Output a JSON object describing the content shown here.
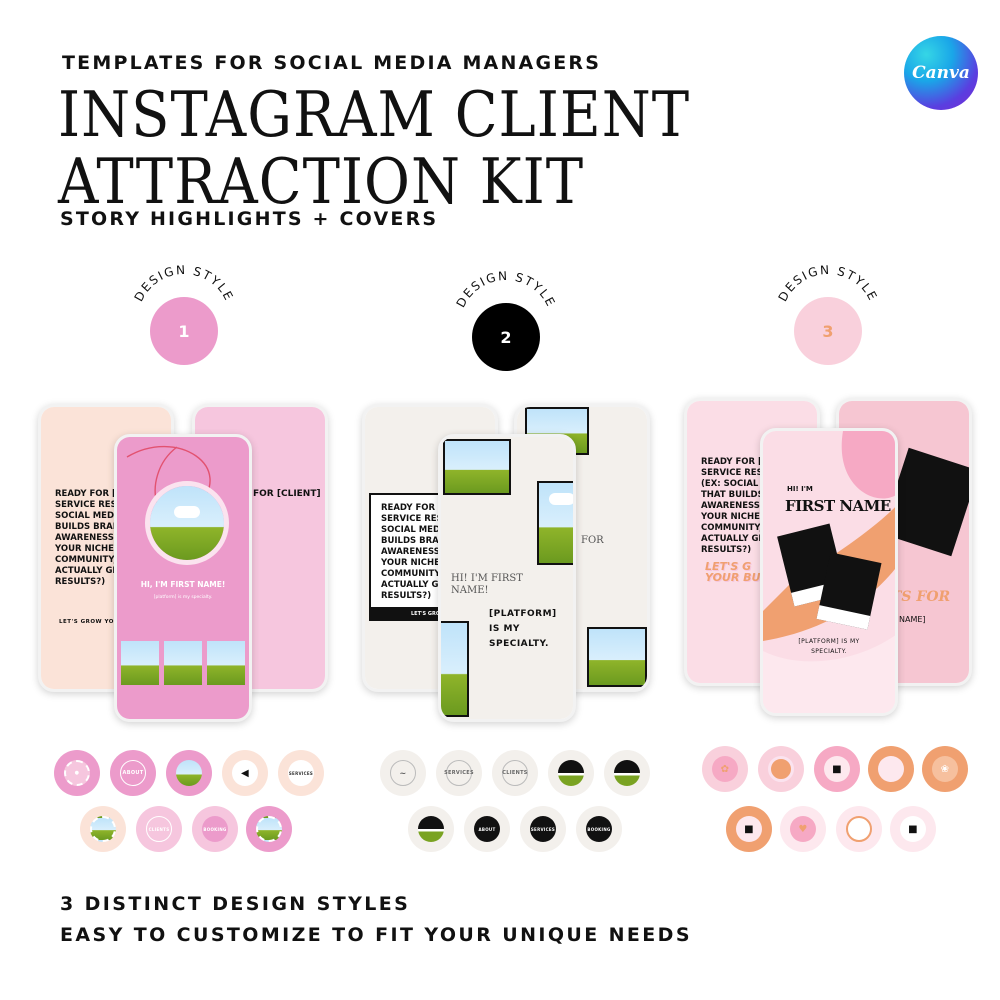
{
  "header": {
    "eyebrow": "TEMPLATES FOR SOCIAL MEDIA MANAGERS",
    "title_line1": "INSTAGRAM CLIENT",
    "title_line2": "ATTRACTION KIT",
    "subtitle": "STORY HIGHLIGHTS + COVERS"
  },
  "badge": {
    "label": "Canva"
  },
  "styles": [
    {
      "label": "DESIGN STYLE",
      "number": "1",
      "color": "#ec9bcb",
      "num_color": "#ffffff"
    },
    {
      "label": "DESIGN STYLE",
      "number": "2",
      "color": "#000000",
      "num_color": "#ffffff"
    },
    {
      "label": "DESIGN STYLE",
      "number": "3",
      "color": "#f9d0dc",
      "num_color": "#f0a070"
    }
  ],
  "style1": {
    "back_left_text": "READY FOR [D\nSERVICE RESU\nSOCIAL MEDIA\nBUILDS BRANI\nAWARENESS,\nYOUR NICHE\nCOMMUNITY,\nACTUALLY GE\nRESULTS?)",
    "back_left_cta": "LET'S GROW YOUR",
    "back_right_text": "FOR [CLIENT]",
    "front_name": "HI, I'M FIRST NAME!",
    "front_tag": "[platform] is my specialty."
  },
  "style2": {
    "back_left_text": "READY FOR [I\nSERVICE RESU\nSOCIAL MEDI\nBUILDS BRAN\nAWARENESS,\nYOUR NICHE\nCOMMUNITY\nACTUALLY GE\nRESULTS?)",
    "back_left_cta": "LET'S GRO",
    "back_right_text": "FOR",
    "front_name": "HI! I'M FIRST\nNAME!",
    "front_tag": "[PLATFORM]\nIS MY\nSPECIALTY."
  },
  "style3": {
    "back_left_text": "READY FOR [D\nSERVICE RESU\n(EX: SOCIAL M\nTHAT BUILDS\nAWARENESS,\nYOUR NICHE\nCOMMUNITY,\nACTUALLY GE\nRESULTS?)",
    "back_left_cta": "LET'S G\nYOUR BUSI",
    "back_right_text": "TS FOR",
    "back_right_sub": "NAME]",
    "front_hi": "HI! I'M",
    "front_name": "FIRST NAME",
    "front_tag": "[PLATFORM] IS MY\nSPECIALTY."
  },
  "highlights1": [
    "",
    "ABOUT",
    "",
    "",
    "SERVICES",
    "",
    "CLIENTS",
    "BOOKING",
    ""
  ],
  "highlights2": [
    "",
    "SERVICES",
    "CLIENTS",
    "",
    "",
    "",
    "ABOUT",
    "SERVICES",
    "BOOKING"
  ],
  "colors": {
    "pink": "#ec9bcb",
    "light_pink": "#f9d0dc",
    "peach": "#fbe3d8",
    "orange": "#f0a070",
    "beige": "#f3f0ec"
  },
  "footer": {
    "line1": "3 DISTINCT DESIGN STYLES",
    "line2": "EASY TO CUSTOMIZE TO FIT YOUR UNIQUE NEEDS"
  }
}
